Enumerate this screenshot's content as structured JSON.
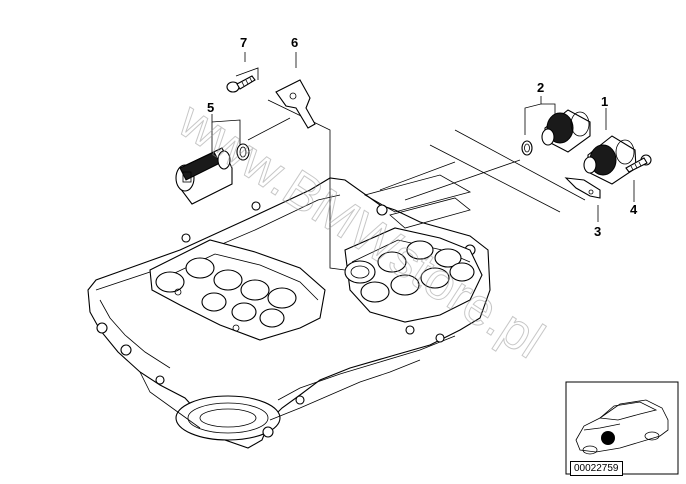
{
  "callouts": {
    "c1": "1",
    "c2": "2",
    "c3": "3",
    "c4": "4",
    "c5": "5",
    "c6": "6",
    "c7": "7"
  },
  "watermark": "www.BMWstore.pl",
  "diagram_id": "00022759",
  "icons": {
    "valve_body": "valve-body-illustration",
    "solenoid": "solenoid-valve-illustration",
    "bracket": "bracket-illustration",
    "bolt": "bolt-illustration",
    "oring": "o-ring-illustration",
    "car_thumbnail": "car-location-thumbnail"
  },
  "colors": {
    "line": "#000000",
    "background": "#ffffff",
    "watermark": "#9a9a9a",
    "marker": "#000000"
  }
}
